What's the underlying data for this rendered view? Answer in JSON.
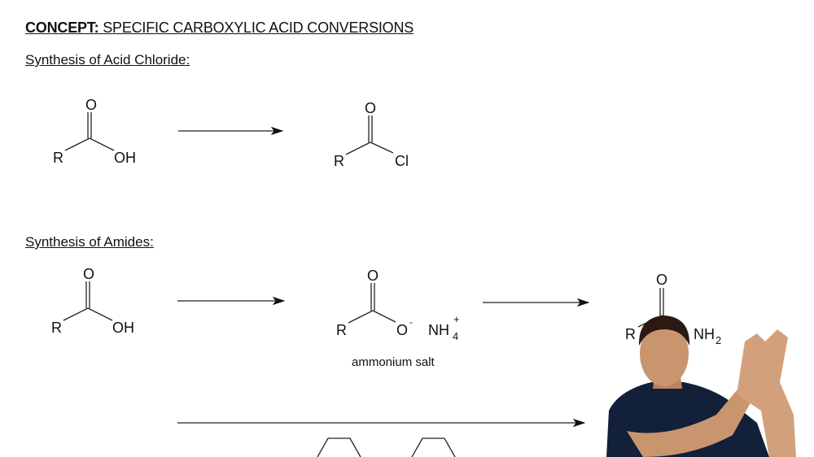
{
  "title": {
    "bold": "CONCEPT:",
    "rest": " SPECIFIC CARBOXYLIC ACID CONVERSIONS"
  },
  "sections": {
    "acid_chloride": {
      "heading": "Synthesis of Acid Chloride:",
      "reactant": {
        "R": "R",
        "O": "O",
        "OH": "OH"
      },
      "product": {
        "R": "R",
        "O": "O",
        "Cl": "Cl"
      }
    },
    "amides": {
      "heading": "Synthesis of Amides:",
      "reactant": {
        "R": "R",
        "O": "O",
        "OH": "OH"
      },
      "intermediate": {
        "R": "R",
        "O": "O",
        "O_minus": "O",
        "minus": "-",
        "NH": "NH",
        "sub4": "4",
        "plus": "+",
        "caption": "ammonium salt"
      },
      "product": {
        "R": "R",
        "O": "O",
        "NH": "NH",
        "sub2": "2"
      }
    }
  },
  "colors": {
    "shirt": "#13203a",
    "skin": "#c9956f",
    "hair": "#2a1a12"
  }
}
